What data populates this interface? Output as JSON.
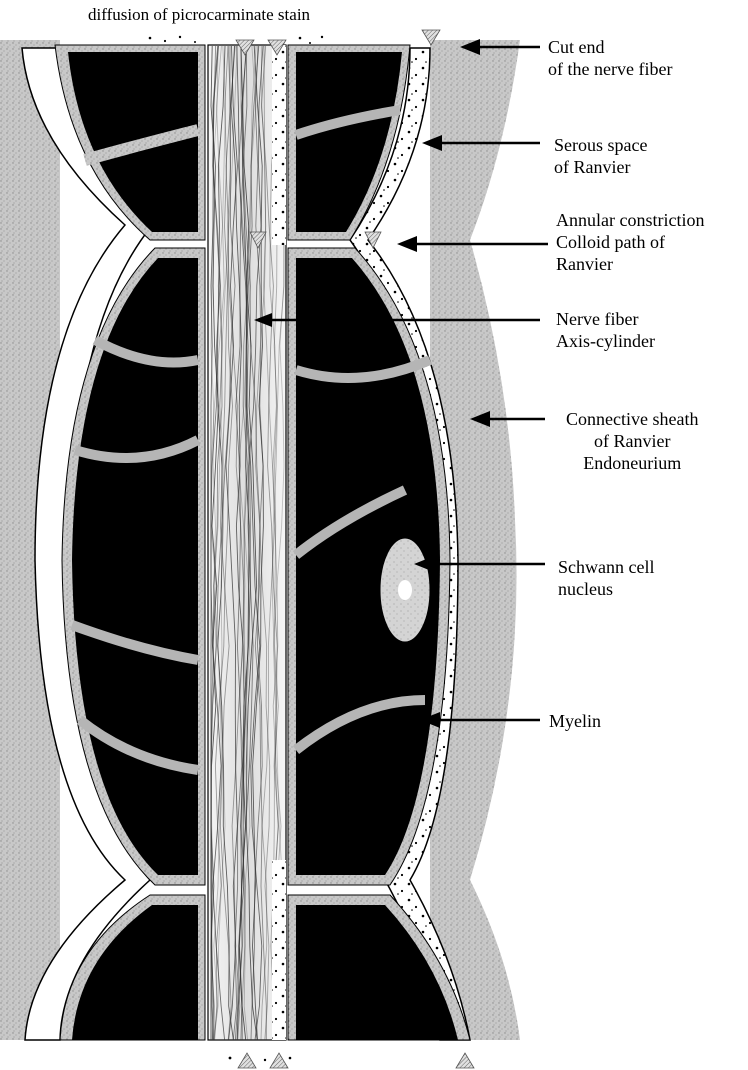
{
  "caption": "diffusion of picrocarminate stain",
  "labels": {
    "cut_end": [
      "Cut end",
      "of the nerve fiber"
    ],
    "serous_space": [
      "Serous space",
      "of Ranvier"
    ],
    "annular_constriction": [
      "Annular constriction",
      "Colloid path of",
      "Ranvier"
    ],
    "nerve_fiber": [
      "Nerve fiber",
      "Axis-cylinder"
    ],
    "connective_sheath": [
      "Connective sheath",
      "of Ranvier",
      "Endoneurium"
    ],
    "schwann_nucleus": [
      "Schwann cell",
      "nucleus"
    ],
    "myelin": [
      "Myelin"
    ]
  },
  "colors": {
    "myelin": "#000000",
    "stippled_tissue": "#bdbdbd",
    "sheath": "#ffffff",
    "ink": "#000000"
  }
}
